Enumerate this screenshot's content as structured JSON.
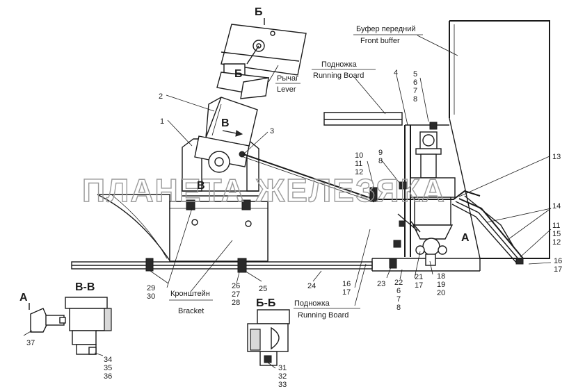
{
  "labels": {
    "front_buffer_ru": "Буфер передний",
    "front_buffer_en": "Front buffer",
    "running_board_ru_top": "Подножка",
    "running_board_en_top": "Running Board",
    "running_board_ru_bottom": "Подножка",
    "running_board_en_bottom": "Running Board",
    "lever_ru": "Рычаг",
    "lever_en": "Lever",
    "bracket_ru": "Кронштейн",
    "bracket_en": "Bracket"
  },
  "section_marks": {
    "b_top": "Б",
    "b_mid": "Б",
    "v_upper": "В",
    "v_lower": "В",
    "a_arrow": "А",
    "a_view": "А",
    "vv_section": "В-В",
    "bb_section": "Б-Б"
  },
  "watermark": "ПЛАНЕТА ЖЕЛЕЗЯКА",
  "callouts": {
    "n1": "1",
    "n2": "2",
    "n3": "3",
    "n4": "4",
    "n5": "5",
    "n6": "6",
    "n7": "7",
    "n8": "8",
    "n9": "9",
    "n8b": "8",
    "n10": "10",
    "n11": "11",
    "n12": "12",
    "n13": "13",
    "n14": "14",
    "n11b": "11",
    "n15": "15",
    "n12b": "12",
    "n16": "16",
    "n17": "17",
    "n16b": "16",
    "n17b": "17",
    "n18": "18",
    "n19": "19",
    "n20": "20",
    "n21": "21",
    "n17c": "17",
    "n22": "22",
    "n6b": "6",
    "n7b": "7",
    "n8c": "8",
    "n23": "23",
    "n24": "24",
    "n25": "25",
    "n26": "26",
    "n27": "27",
    "n28": "28",
    "n29": "29",
    "n30": "30",
    "n31": "31",
    "n32": "32",
    "n33": "33",
    "n34": "34",
    "n35": "35",
    "n36": "36",
    "n37": "37"
  }
}
